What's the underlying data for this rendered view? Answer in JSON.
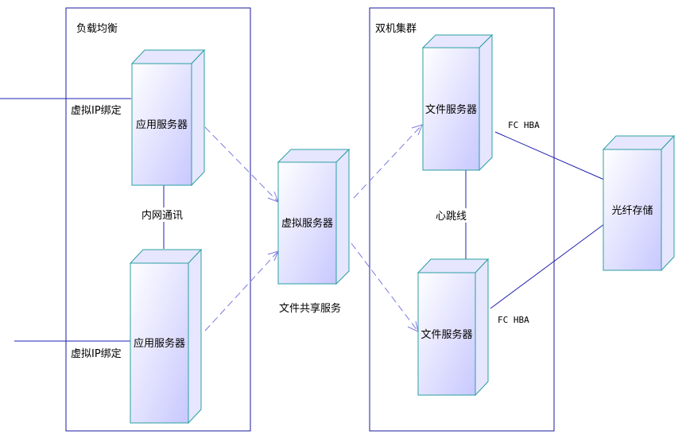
{
  "groups": {
    "load_balance": "负载均衡",
    "dual_cluster": "双机集群"
  },
  "nodes": {
    "app_server_top": "应用服务器",
    "app_server_bottom": "应用服务器",
    "virtual_server": "虚拟服务器",
    "file_server_top": "文件服务器",
    "file_server_bottom": "文件服务器",
    "fiber_storage": "光纤存储"
  },
  "labels": {
    "virtual_ip_top": "虚拟IP绑定",
    "virtual_ip_bottom": "虚拟IP绑定",
    "intranet": "内网通讯",
    "file_share": "文件共享服务",
    "heartbeat": "心跳线",
    "fc_hba_top": "FC HBA",
    "fc_hba_bottom": "FC HBA"
  },
  "colors": {
    "frame": "#1a1aa0",
    "node_border": "#2aa0a0",
    "node_fill_light": "#ffffff",
    "node_fill_dark": "#ccccff",
    "dashed_arrow": "#7a7ae0"
  }
}
